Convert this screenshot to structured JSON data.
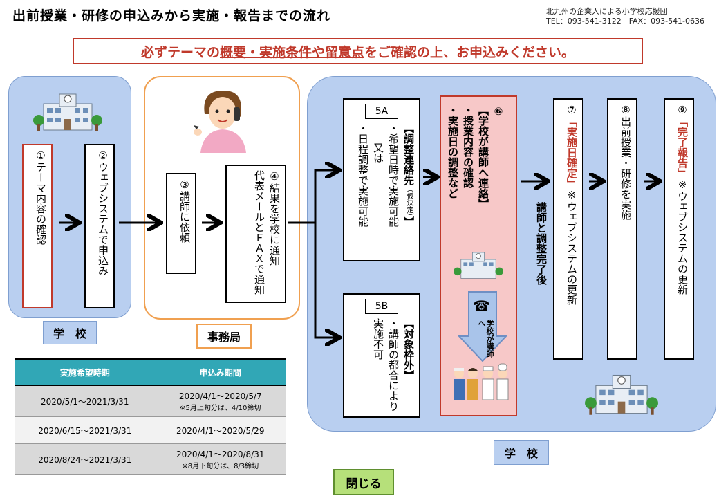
{
  "header": {
    "title": "出前授業・研修の申込みから実施・報告までの流れ",
    "org": "北九州の企業人による小学校応援団",
    "contact": "TEL：093-541-3122　FAX：093-541-0636"
  },
  "notice": {
    "prefix": "必ずテーマの",
    "underlined": "概要・実施条件や留意点",
    "suffix": "をご確認の上、お申込みください。"
  },
  "steps": {
    "s1": "①テーマ内容の確認",
    "s2": "②ウェブシステムで申込み",
    "s3": "③講師に依頼",
    "s4_head": "④結果を学校に通知",
    "s4_body": "代表メールとＦＡＸで通知",
    "s5a_tag": "5A",
    "s5a_head": "【調整連絡先",
    "s5a_paren": "（仮決定）",
    "s5a_close": "】",
    "s5a_l1": "・希望日時で実施可能",
    "s5a_l2": "又は",
    "s5a_l3": "・日程調整で実施可能",
    "s5b_tag": "5B",
    "s5b_head": "【対象枠外】",
    "s5b_l1": "・講師の都合により実施不可",
    "s6_num": "⑥",
    "s6_head": "【学校が講師へ連絡】",
    "s6_l1": "・授業内容の確認",
    "s6_l2": "・実施日の調整など",
    "s6_arrow": "学校が講師へ",
    "mid_text": "講師と調整完了後",
    "s7_num": "⑦",
    "s7_head": "「実施日確定」",
    "s7_body": "※ウェブシステムの更新",
    "s8_num": "⑧",
    "s8_body": "出前授業・研修を実施",
    "s9_num": "⑨",
    "s9_head": "「完了報告」",
    "s9_body": "※ウェブシステムの更新"
  },
  "labels": {
    "school_left": "学　校",
    "office": "事務局",
    "school_right": "学　校"
  },
  "schedule": {
    "headers": [
      "実施希望時期",
      "申込み期間"
    ],
    "rows": [
      {
        "period": "2020/5/1～2021/3/31",
        "apply": "2020/4/1～2020/5/7",
        "note": "※5月上旬分は、4/10締切"
      },
      {
        "period": "2020/6/15～2021/3/31",
        "apply": "2020/4/1～2020/5/29",
        "note": ""
      },
      {
        "period": "2020/8/24～2021/3/31",
        "apply": "2020/4/1～2020/8/31",
        "note": "※8月下旬分は、8/3締切"
      }
    ]
  },
  "close_button": "閉じる",
  "icons": [
    "school-building-icon",
    "operator-woman-icon",
    "telephone-icon",
    "instructors-group-icon"
  ],
  "colors": {
    "accent_red": "#c0392b",
    "panel_blue": "#b9cff0",
    "office_orange": "#f0a050",
    "table_header": "#31a7b6",
    "close_green": "#b6e07a"
  }
}
